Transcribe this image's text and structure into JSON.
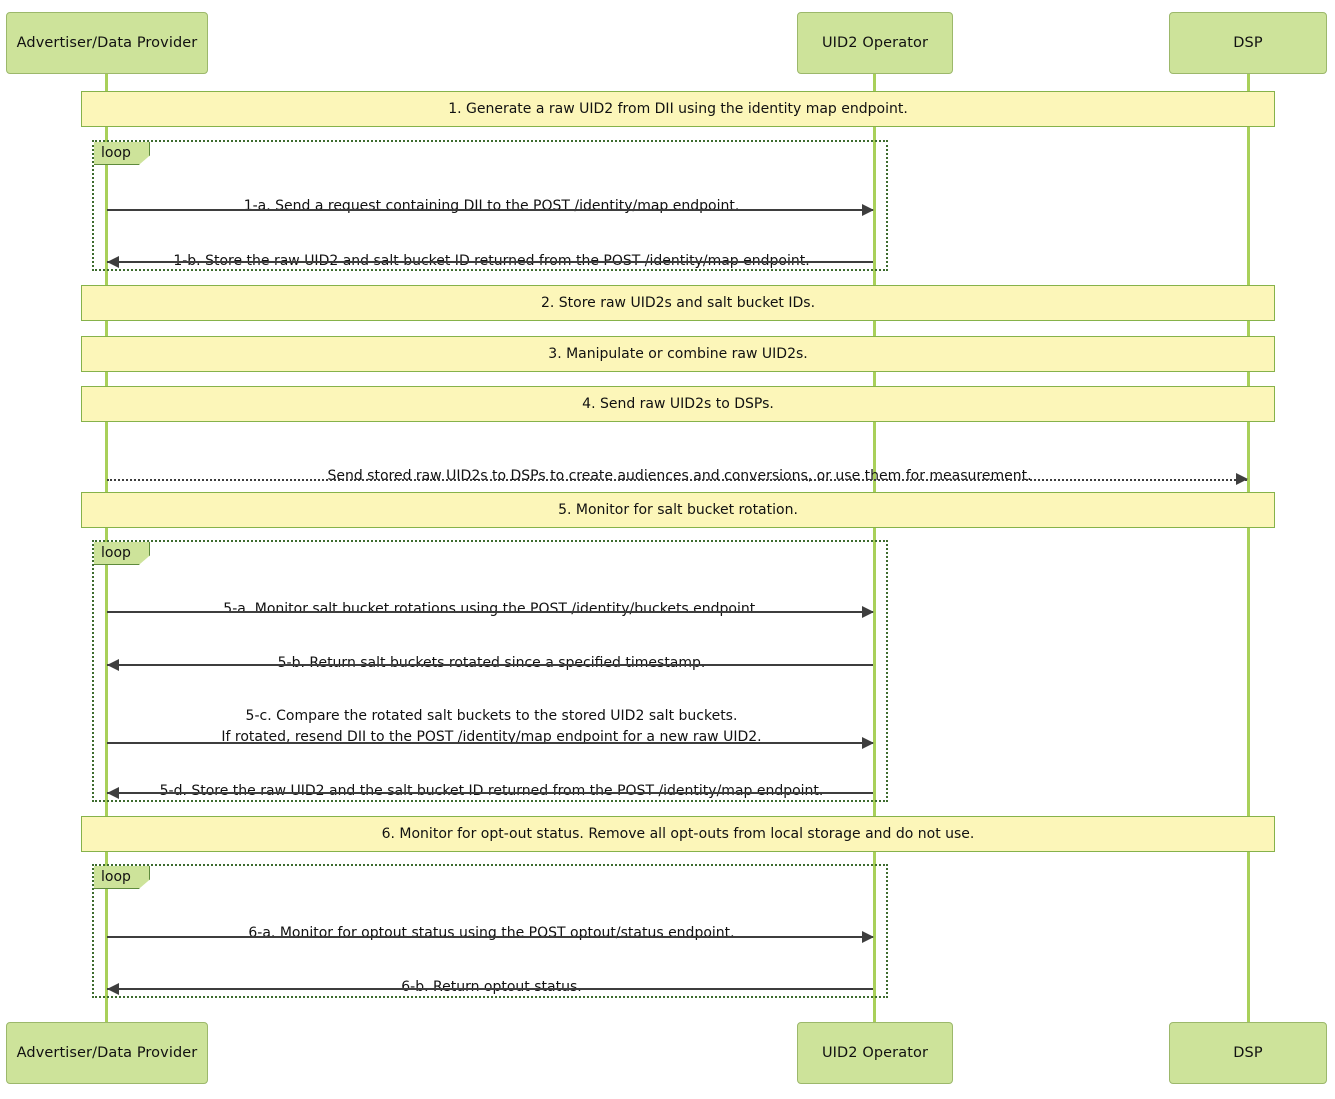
{
  "diagram": {
    "title": "UID2 Advertiser / Data Provider integration sequence",
    "colors": {
      "participant_fill": "#CDE39A",
      "participant_border": "#9CB86B",
      "note_fill": "#FCF6B9",
      "note_border": "#86B24A",
      "lifeline": "#A9D05A",
      "loop_border": "#3D6B2E",
      "arrow": "#3E3E3E"
    }
  },
  "participants": [
    {
      "id": "advertiser",
      "label": "Advertiser/Data Provider"
    },
    {
      "id": "operator",
      "label": "UID2 Operator"
    },
    {
      "id": "dsp",
      "label": "DSP"
    }
  ],
  "participants_bottom": [
    {
      "id": "advertiser",
      "label": "Advertiser/Data Provider"
    },
    {
      "id": "operator",
      "label": "UID2 Operator"
    },
    {
      "id": "dsp",
      "label": "DSP"
    }
  ],
  "notes": [
    {
      "id": "note-1",
      "text": "1. Generate a raw UID2 from DII using the identity map endpoint."
    },
    {
      "id": "note-2",
      "text": "2. Store raw UID2s and salt bucket IDs."
    },
    {
      "id": "note-3",
      "text": "3. Manipulate or combine raw UID2s."
    },
    {
      "id": "note-4",
      "text": "4. Send raw UID2s to DSPs."
    },
    {
      "id": "note-5",
      "text": "5. Monitor for salt bucket rotation."
    },
    {
      "id": "note-6",
      "text": "6. Monitor for opt-out status. Remove all opt-outs from local storage and do not use."
    }
  ],
  "loops": [
    {
      "id": "loop-1",
      "label": "loop"
    },
    {
      "id": "loop-2",
      "label": "loop"
    },
    {
      "id": "loop-3",
      "label": "loop"
    }
  ],
  "messages": [
    {
      "id": "msg-1a",
      "text": "1-a. Send a request containing DII to the POST /identity/map endpoint.",
      "from": "advertiser",
      "to": "operator",
      "direction": "right",
      "style": "solid"
    },
    {
      "id": "msg-1b",
      "text": "1-b. Store the raw UID2 and salt bucket ID returned from the POST /identity/map endpoint.",
      "from": "operator",
      "to": "advertiser",
      "direction": "left",
      "style": "solid"
    },
    {
      "id": "msg-send-dsp",
      "text": "Send stored raw UID2s to DSPs to create audiences and conversions, or use them for measurement.",
      "from": "advertiser",
      "to": "dsp",
      "direction": "right",
      "style": "dotted"
    },
    {
      "id": "msg-5a",
      "text": "5-a. Monitor salt bucket rotations using the POST /identity/buckets endpoint.",
      "from": "advertiser",
      "to": "operator",
      "direction": "right",
      "style": "solid"
    },
    {
      "id": "msg-5b",
      "text": "5-b. Return salt buckets rotated since a specified timestamp.",
      "from": "operator",
      "to": "advertiser",
      "direction": "left",
      "style": "solid"
    },
    {
      "id": "msg-5c",
      "text": "5-c. Compare the rotated salt buckets to the stored UID2 salt buckets.\nIf rotated, resend DII to the POST /identity/map endpoint for a new raw UID2.",
      "from": "advertiser",
      "to": "operator",
      "direction": "right",
      "style": "solid"
    },
    {
      "id": "msg-5d",
      "text": "5-d. Store the raw UID2 and the salt bucket ID returned from the POST /identity/map endpoint.",
      "from": "operator",
      "to": "advertiser",
      "direction": "left",
      "style": "solid"
    },
    {
      "id": "msg-6a",
      "text": "6-a. Monitor for optout status using the POST optout/status endpoint.",
      "from": "advertiser",
      "to": "operator",
      "direction": "right",
      "style": "solid"
    },
    {
      "id": "msg-6b",
      "text": "6-b. Return optout status.",
      "from": "operator",
      "to": "advertiser",
      "direction": "left",
      "style": "solid"
    }
  ]
}
